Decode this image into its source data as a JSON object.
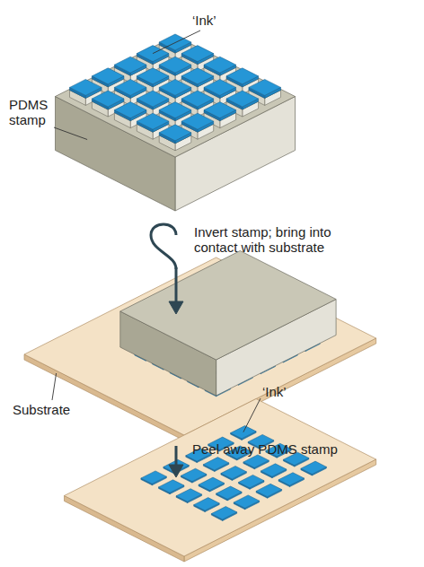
{
  "diagram": {
    "labels": [
      "‘Ink’",
      "PDMS stamp",
      "Invert stamp; bring into contact with substrate",
      "Substrate",
      "Peel away PDMS stamp",
      "‘Ink’"
    ]
  }
}
